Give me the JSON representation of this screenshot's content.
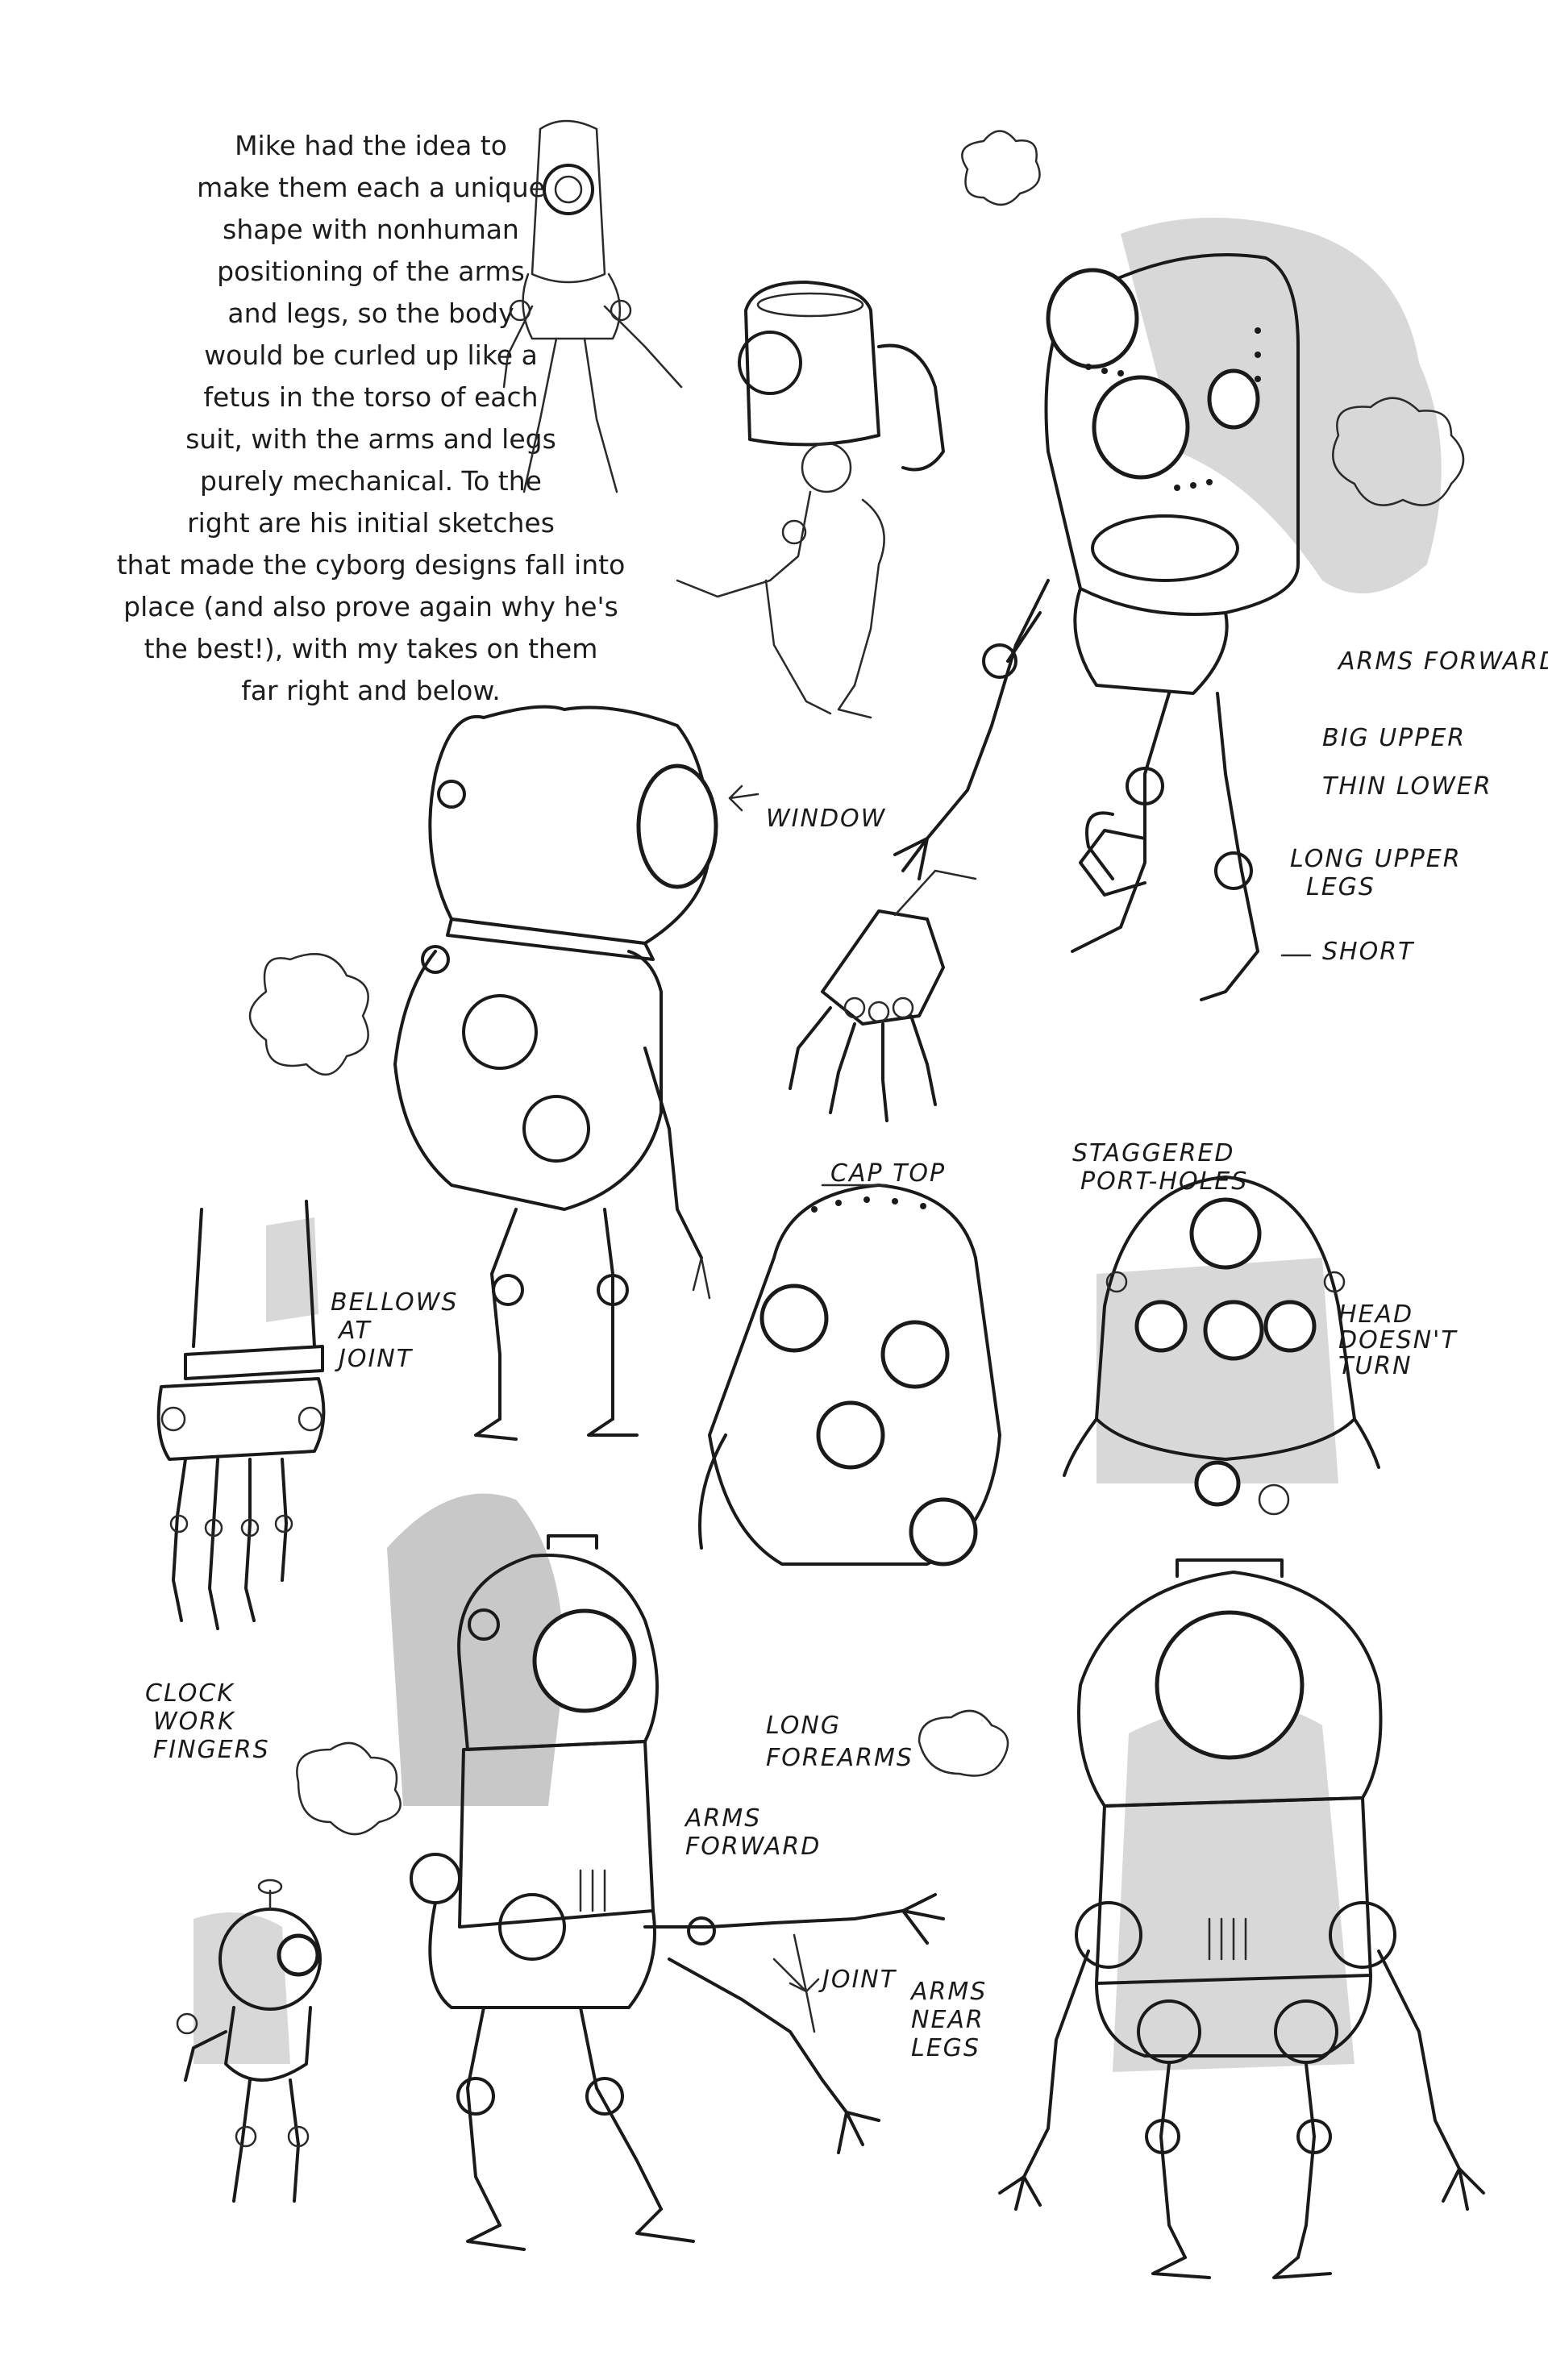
{
  "intro_text": {
    "lines": [
      "Mike had the idea to",
      "make them each a unique",
      "shape with nonhuman",
      "positioning of the arms",
      "and legs, so the body",
      "would be curled up like a",
      "fetus in the torso of each",
      "suit, with the arms and legs",
      "purely mechanical. To the",
      "right are his initial sketches",
      "that made the cyborg designs fall into",
      "place (and also prove again why he's",
      "the best!), with my takes on them",
      "far right and below."
    ]
  },
  "annotations": {
    "window": "WINDOW",
    "arms_forward_1": "ARMS FORWARD",
    "big_upper": "BIG UPPER",
    "thin_lower": "THIN LOWER",
    "long_upper_legs_1": "LONG UPPER",
    "long_upper_legs_2": "LEGS",
    "short": "SHORT",
    "bellows_1": "BELLOWS",
    "bellows_2": "AT",
    "bellows_3": "JOINT",
    "cap_top": "CAP TOP",
    "staggered_1": "STAGGERED",
    "staggered_2": "PORT-HOLES",
    "head_1": "HEAD",
    "head_2": "DOESN'T",
    "head_3": "TURN",
    "clock_1": "CLOCK",
    "clock_2": "WORK",
    "clock_3": "FINGERS",
    "long_forearms_1": "LONG",
    "long_forearms_2": "FOREARMS",
    "arms_forward_2a": "ARMS",
    "arms_forward_2b": "FORWARD",
    "joint": "JOINT",
    "arms_near_legs_1": "ARMS",
    "arms_near_legs_2": "NEAR",
    "arms_near_legs_3": "LEGS"
  },
  "sketches": [
    "robot-sketch-tall-capsule",
    "robot-sketch-box-torso",
    "robot-sketch-riveted-pod",
    "robot-sketch-window-dome",
    "mechanical-hand-sketch",
    "robot-head-cap-top",
    "robot-head-staggered-portholes",
    "bellows-arm-clockwork-fingers",
    "robot-sketch-small",
    "robot-sketch-front-arms-forward",
    "robot-sketch-front-arms-near-legs"
  ],
  "colors": {
    "ink": "#1a1a1a",
    "wash": "#b8b8b8",
    "paper": "#ffffff"
  }
}
